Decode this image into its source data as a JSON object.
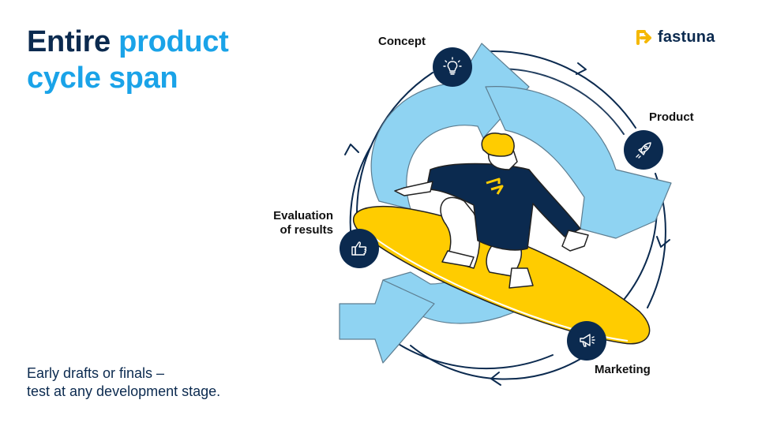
{
  "title": {
    "line1_dark": "Entire",
    "line1_accent": "product",
    "line2_accent": "cycle span"
  },
  "subtitle": {
    "line1": "Early drafts or finals –",
    "line2": "test at any development stage."
  },
  "logo": {
    "text": "fastuna"
  },
  "stages": {
    "concept": {
      "label": "Concept",
      "icon": "lightbulb-icon"
    },
    "product": {
      "label": "Product",
      "icon": "rocket-icon"
    },
    "marketing": {
      "label": "Marketing",
      "icon": "megaphone-icon"
    },
    "evaluation": {
      "label_line1": "Evaluation",
      "label_line2": "of results",
      "icon": "thumbs-up-icon"
    }
  },
  "colors": {
    "navy": "#0b2a4f",
    "accent_blue": "#1aa3e8",
    "arrow_blue": "#8fd3f2",
    "board_yellow": "#ffcc00",
    "logo_yellow": "#f5b800"
  }
}
